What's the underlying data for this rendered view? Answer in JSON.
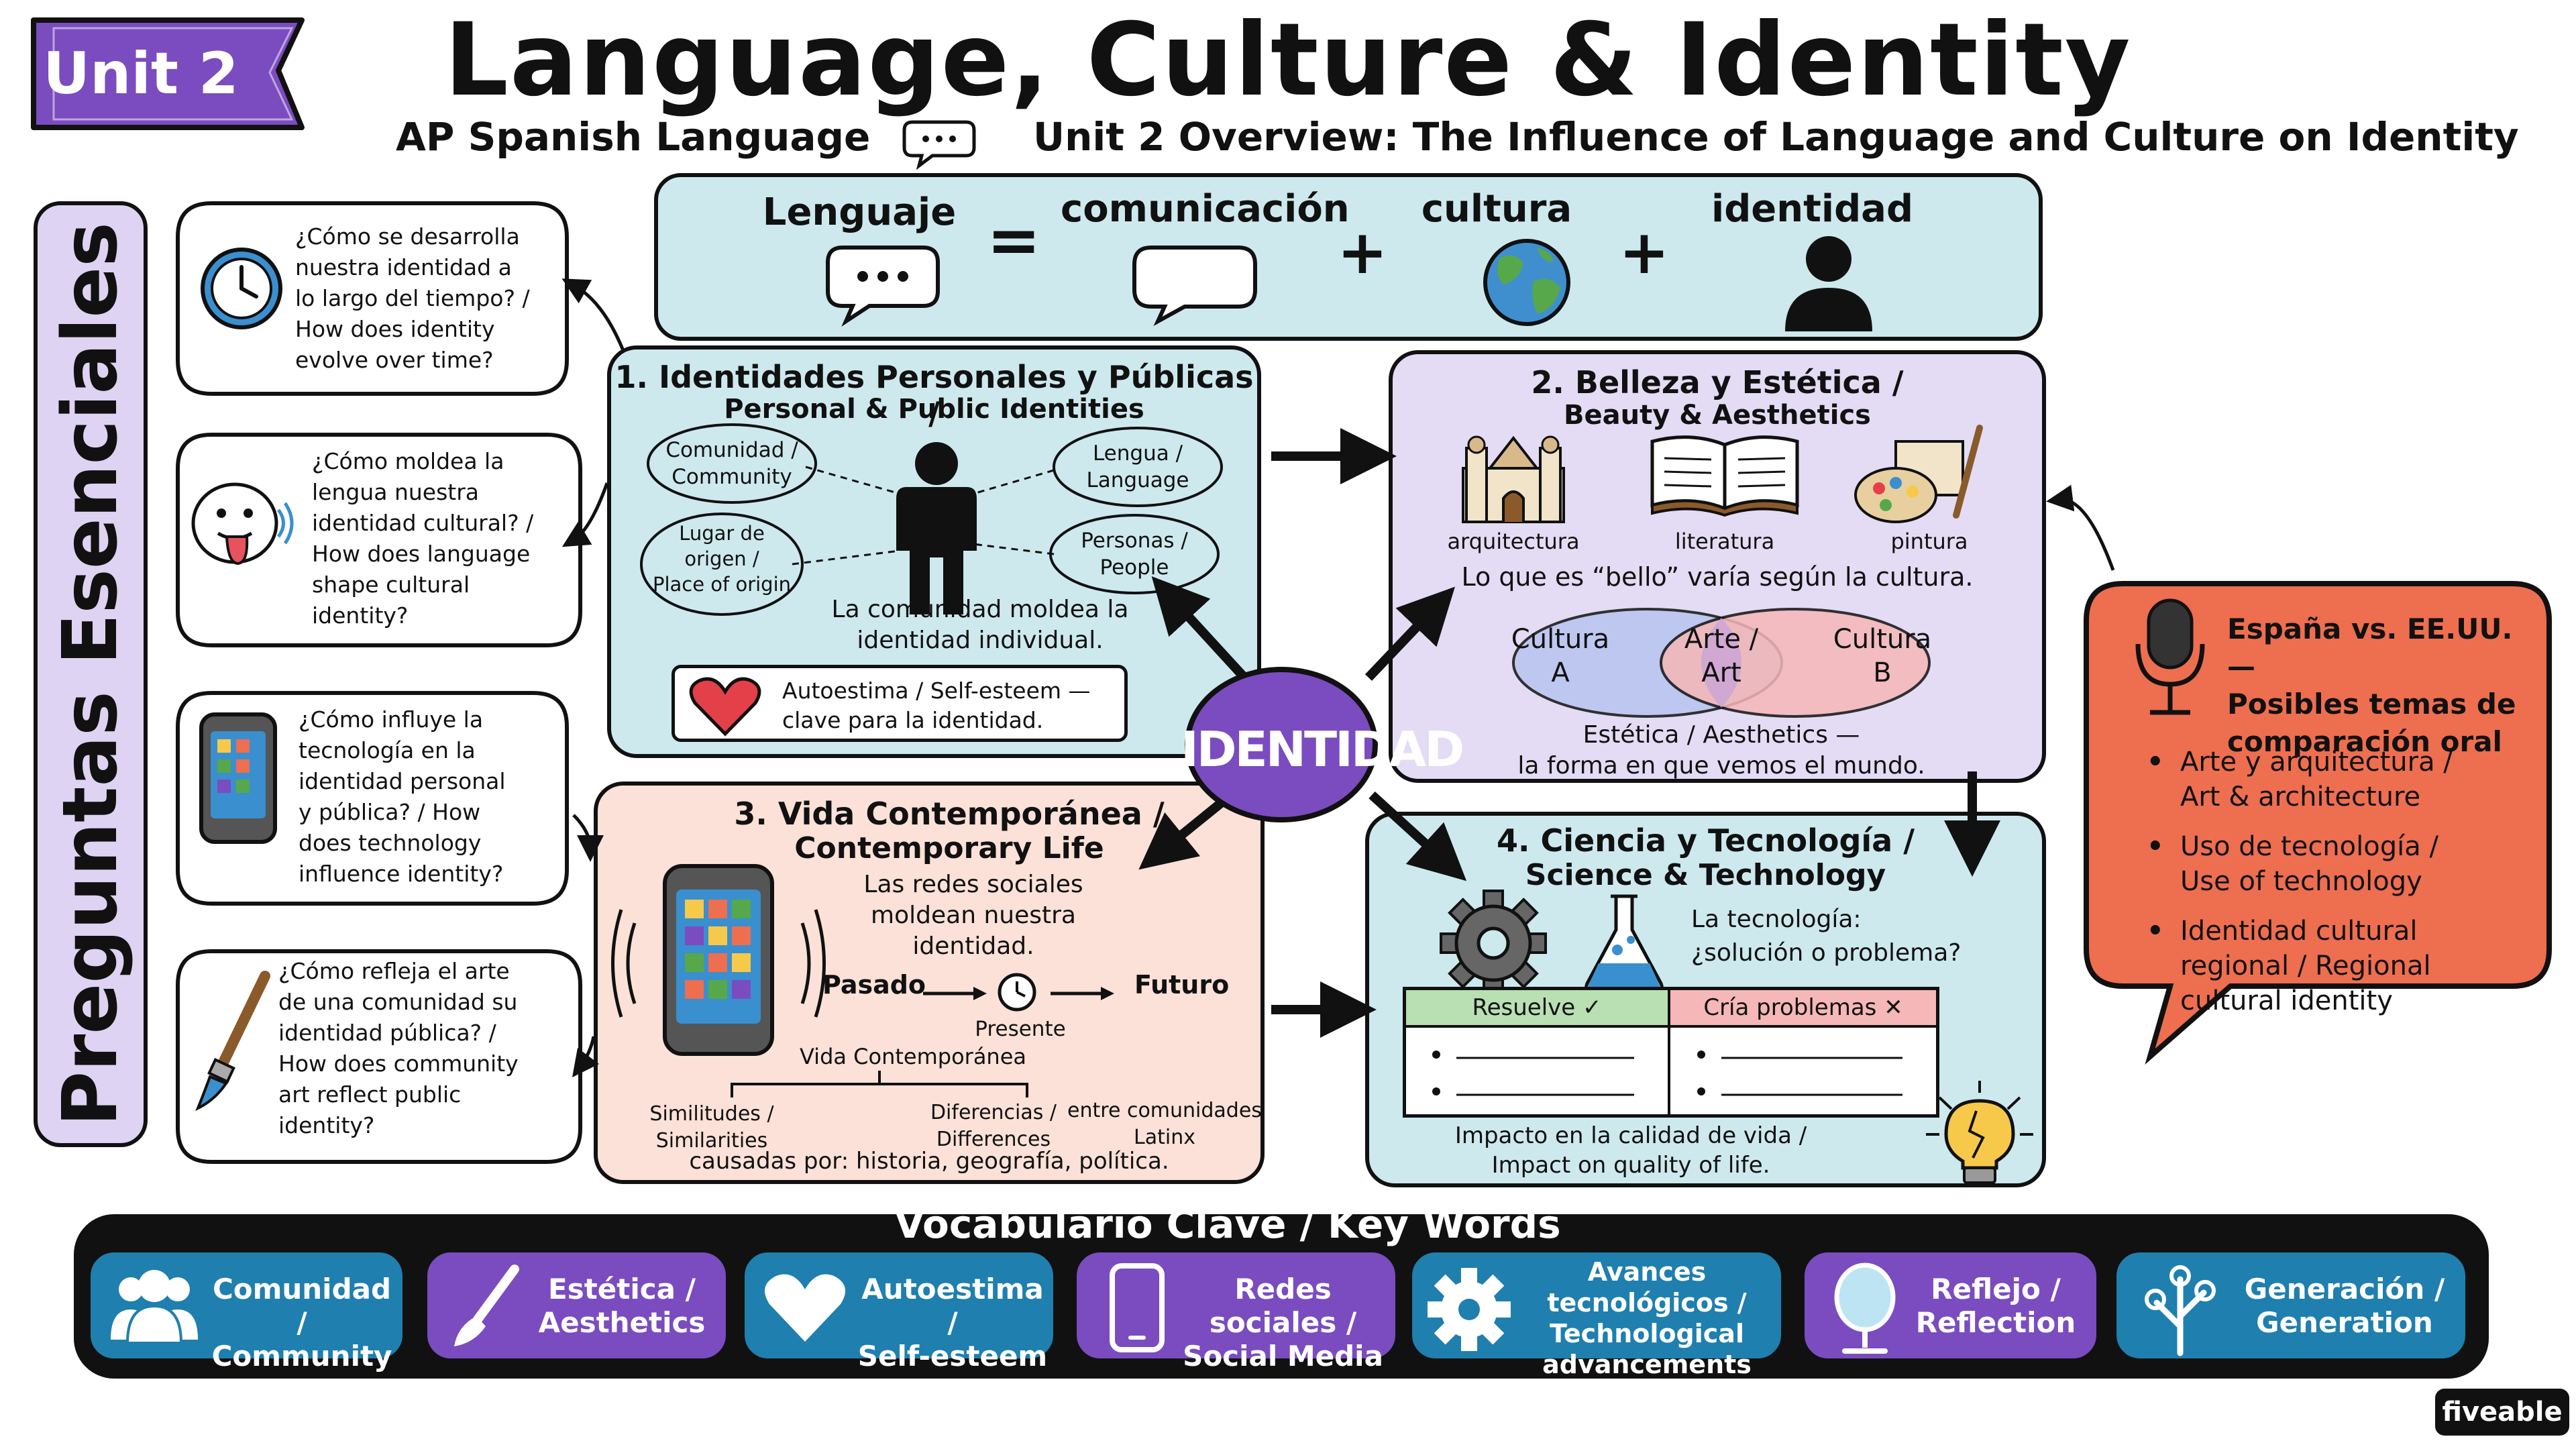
{
  "header": {
    "unit": "Unit 2",
    "title": "Language, Culture & Identity",
    "course": "AP Spanish Language",
    "overview": "Unit 2 Overview: The Influence of Language and Culture on Identity"
  },
  "equation": {
    "lenguaje": "Lenguaje",
    "equals": "=",
    "comunicacion": "comunicación",
    "plus": "+",
    "cultura": "cultura",
    "identidad": "identidad"
  },
  "essential_questions": {
    "title": "Preguntas Esenciales",
    "q1": [
      "¿Cómo se desarrolla",
      "nuestra identidad a",
      "lo largo del tiempo? /",
      "How does identity",
      "evolve over time?"
    ],
    "q2": [
      "¿Cómo moldea la",
      "lengua nuestra",
      "identidad cultural? /",
      "How does language",
      "shape cultural",
      "identity?"
    ],
    "q3": [
      "¿Cómo influye la",
      "tecnología en la",
      "identidad personal",
      "y pública? / How",
      "does technology",
      "influence identity?"
    ],
    "q4": [
      "¿Cómo refleja el arte",
      "de una comunidad su",
      "identidad pública? /",
      "How does community",
      "art reflect public",
      "identity?"
    ]
  },
  "section1": {
    "title": "1. Identidades Personales y Públicas /",
    "subtitle": "Personal & Public Identities",
    "comunidad": [
      "Comunidad /",
      "Community"
    ],
    "lengua": [
      "Lengua /",
      "Language"
    ],
    "lugar": [
      "Lugar de",
      "origen /",
      "Place of origin"
    ],
    "personas": [
      "Personas /",
      "People"
    ],
    "caption": [
      "La comunidad moldea la",
      "identidad individual."
    ],
    "autoestima": [
      "Autoestima / Self-esteem —",
      "clave para la identidad."
    ]
  },
  "section2": {
    "title": "2. Belleza y Estética /",
    "subtitle": "Beauty & Aesthetics",
    "arquitectura": "arquitectura",
    "literatura": "literatura",
    "pintura": "pintura",
    "bello": "Lo que es “bello” varía según la cultura.",
    "cultura_a": [
      "Cultura",
      "A"
    ],
    "arte": [
      "Arte /",
      "Art"
    ],
    "cultura_b": [
      "Cultura",
      "B"
    ],
    "estetica": [
      "Estética / Aesthetics —",
      "la forma en que vemos el mundo."
    ]
  },
  "center": {
    "label": "IDENTIDAD"
  },
  "section3": {
    "title": "3. Vida Contemporánea /",
    "subtitle": "Contemporary Life",
    "redes": [
      "Las redes sociales",
      "moldean nuestra",
      "identidad."
    ],
    "pasado": "Pasado",
    "presente": "Presente",
    "futuro": "Futuro",
    "vida": "Vida Contemporánea",
    "similitudes": [
      "Similitudes /",
      "Similarities"
    ],
    "diferencias": [
      "Diferencias /",
      "Differences"
    ],
    "entre": [
      "entre comunidades",
      "Latinx"
    ],
    "causadas": "causadas por: historia, geografía, política."
  },
  "section4": {
    "title": "4. Ciencia y Tecnología /",
    "subtitle": "Science & Technology",
    "question": [
      "La tecnología:",
      "¿solución o problema?"
    ],
    "resuelve": "Resuelve ✓",
    "crea": "Cría problemas ✕",
    "impacto": [
      "Impacto en la calidad de vida /",
      "Impact on quality of life."
    ]
  },
  "comparison": {
    "title": [
      "España vs. EE.UU. —",
      "Posibles temas de",
      "comparación oral"
    ],
    "b1": [
      "Arte y arquitectura /",
      "Art & architecture"
    ],
    "b2": [
      "Uso de tecnología /",
      "Use of technology"
    ],
    "b3": [
      "Identidad cultural",
      "regional / Regional",
      "cultural identity"
    ]
  },
  "vocabulary": {
    "title": "Vocabulario Clave / Key Words",
    "items": [
      {
        "line1": "Comunidad /",
        "line2": "Community",
        "icon": "community-icon"
      },
      {
        "line1": "Estética /",
        "line2": "Aesthetics",
        "icon": "paintbrush-icon"
      },
      {
        "line1": "Autoestima /",
        "line2": "Self-esteem",
        "icon": "heart-icon"
      },
      {
        "line1": "Redes sociales /",
        "line2": "Social Media",
        "icon": "phone-icon"
      },
      {
        "line1": "Avances tecnológicos /",
        "line2": "Technological",
        "line3": "advancements",
        "icon": "gear-icon"
      },
      {
        "line1": "Reflejo /",
        "line2": "Reflection",
        "icon": "mirror-icon"
      },
      {
        "line1": "Generación /",
        "line2": "Generation",
        "icon": "tree-icon"
      }
    ]
  },
  "colors": {
    "teal": "#1f7fae",
    "purple": "#7a4cbf",
    "orange": "#ee6e50",
    "light_teal": "#cde9ee",
    "light_purple": "#e3dcf4",
    "peach": "#fbe1d8"
  },
  "footer": {
    "brand": "fiveable"
  }
}
